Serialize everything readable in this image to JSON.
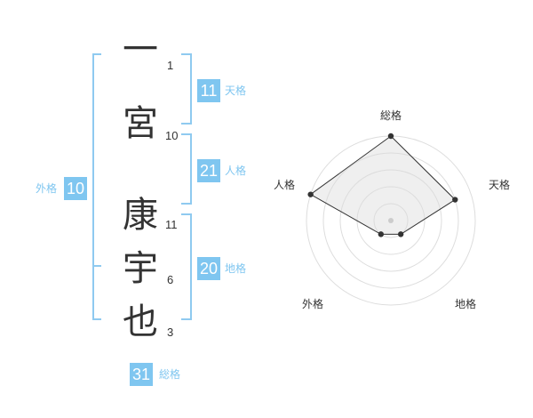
{
  "name": {
    "characters": [
      "一",
      "宮",
      "康",
      "宇",
      "也"
    ],
    "strokes": [
      "1",
      "10",
      "11",
      "6",
      "3"
    ]
  },
  "kaku": {
    "tenkaku": {
      "value": "11",
      "label": "天格"
    },
    "jinkaku": {
      "value": "21",
      "label": "人格"
    },
    "chikaku": {
      "value": "20",
      "label": "地格"
    },
    "gaikaku": {
      "value": "10",
      "label": "外格"
    },
    "soukaku": {
      "value": "31",
      "label": "総格"
    }
  },
  "radar": {
    "axes": [
      "総格",
      "天格",
      "地格",
      "外格",
      "人格"
    ],
    "levels": 5,
    "values": [
      5,
      4,
      1,
      1,
      5
    ],
    "colors": {
      "ring": "#dddddd",
      "fill": "#f2f2f2",
      "line": "#333333",
      "point": "#333333",
      "center": "#cccccc"
    }
  },
  "colors": {
    "accent": "#7fc6f0",
    "text": "#333333"
  }
}
